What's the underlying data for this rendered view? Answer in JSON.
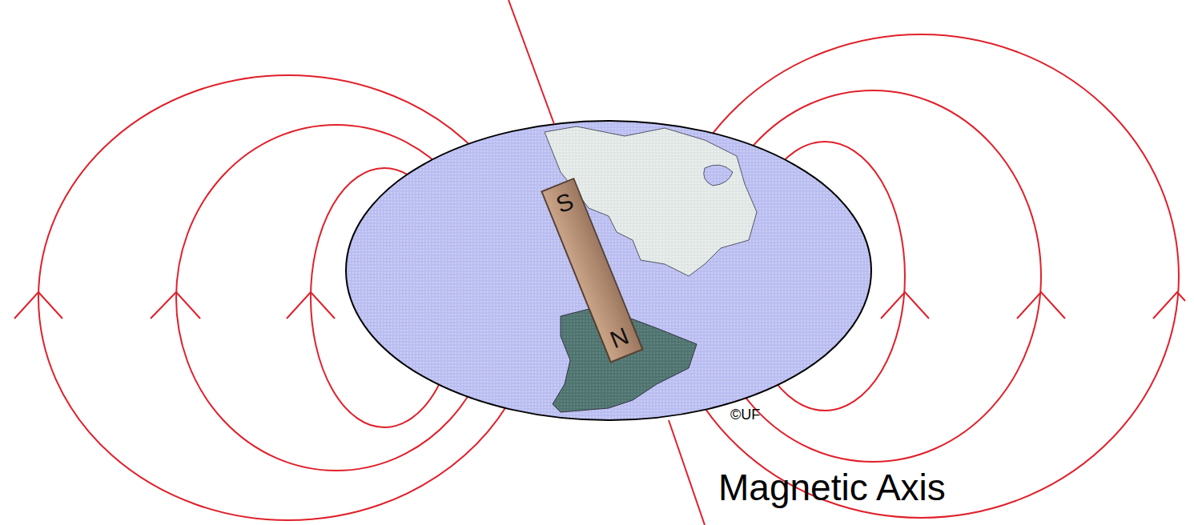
{
  "diagram": {
    "nodes": [
      {
        "text": [
          "S",
          "N"
        ]
      }
    ],
    "labels": [
      "©UF",
      "Magnetic Axis"
    ]
  }
}
